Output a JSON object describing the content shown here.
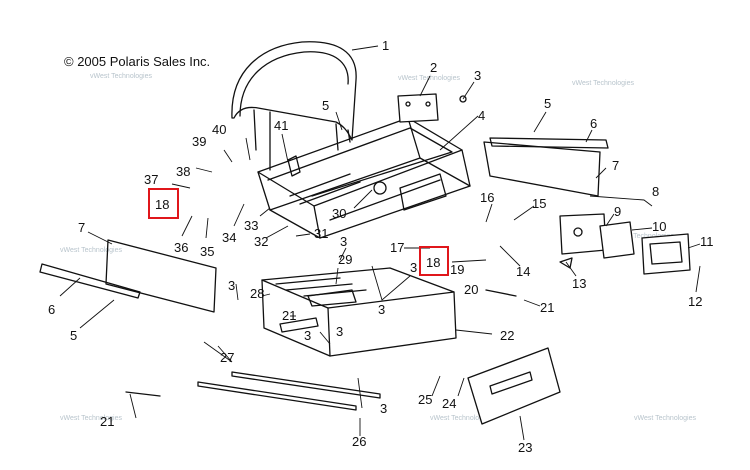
{
  "copyright": "© 2005 Polaris Sales Inc.",
  "watermark_text": "vWest Technologies",
  "highlight_color": "#e0161b",
  "callouts": [
    {
      "id": "c1",
      "label": "1"
    },
    {
      "id": "c2",
      "label": "2"
    },
    {
      "id": "c3a",
      "label": "3"
    },
    {
      "id": "c3b",
      "label": "3"
    },
    {
      "id": "c3c",
      "label": "3"
    },
    {
      "id": "c3d",
      "label": "3"
    },
    {
      "id": "c3e",
      "label": "3"
    },
    {
      "id": "c3f",
      "label": "3"
    },
    {
      "id": "c3g",
      "label": "3"
    },
    {
      "id": "c3h",
      "label": "3"
    },
    {
      "id": "c4",
      "label": "4"
    },
    {
      "id": "c5a",
      "label": "5"
    },
    {
      "id": "c5b",
      "label": "5"
    },
    {
      "id": "c5c",
      "label": "5"
    },
    {
      "id": "c6a",
      "label": "6"
    },
    {
      "id": "c6b",
      "label": "6"
    },
    {
      "id": "c7a",
      "label": "7"
    },
    {
      "id": "c7b",
      "label": "7"
    },
    {
      "id": "c8",
      "label": "8"
    },
    {
      "id": "c9",
      "label": "9"
    },
    {
      "id": "c10",
      "label": "10"
    },
    {
      "id": "c11",
      "label": "11"
    },
    {
      "id": "c12",
      "label": "12"
    },
    {
      "id": "c13",
      "label": "13"
    },
    {
      "id": "c14",
      "label": "14"
    },
    {
      "id": "c15",
      "label": "15"
    },
    {
      "id": "c16",
      "label": "16"
    },
    {
      "id": "c17",
      "label": "17"
    },
    {
      "id": "c18a",
      "label": "18"
    },
    {
      "id": "c18b",
      "label": "18"
    },
    {
      "id": "c19",
      "label": "19"
    },
    {
      "id": "c20",
      "label": "20"
    },
    {
      "id": "c21a",
      "label": "21"
    },
    {
      "id": "c21b",
      "label": "21"
    },
    {
      "id": "c21c",
      "label": "21"
    },
    {
      "id": "c22",
      "label": "22"
    },
    {
      "id": "c23",
      "label": "23"
    },
    {
      "id": "c24",
      "label": "24"
    },
    {
      "id": "c25",
      "label": "25"
    },
    {
      "id": "c26",
      "label": "26"
    },
    {
      "id": "c27",
      "label": "27"
    },
    {
      "id": "c28",
      "label": "28"
    },
    {
      "id": "c29",
      "label": "29"
    },
    {
      "id": "c30",
      "label": "30"
    },
    {
      "id": "c31",
      "label": "31"
    },
    {
      "id": "c32",
      "label": "32"
    },
    {
      "id": "c33",
      "label": "33"
    },
    {
      "id": "c34",
      "label": "34"
    },
    {
      "id": "c35",
      "label": "35"
    },
    {
      "id": "c36",
      "label": "36"
    },
    {
      "id": "c37",
      "label": "37"
    },
    {
      "id": "c38",
      "label": "38"
    },
    {
      "id": "c39",
      "label": "39"
    },
    {
      "id": "c40",
      "label": "40"
    },
    {
      "id": "c41",
      "label": "41"
    }
  ]
}
